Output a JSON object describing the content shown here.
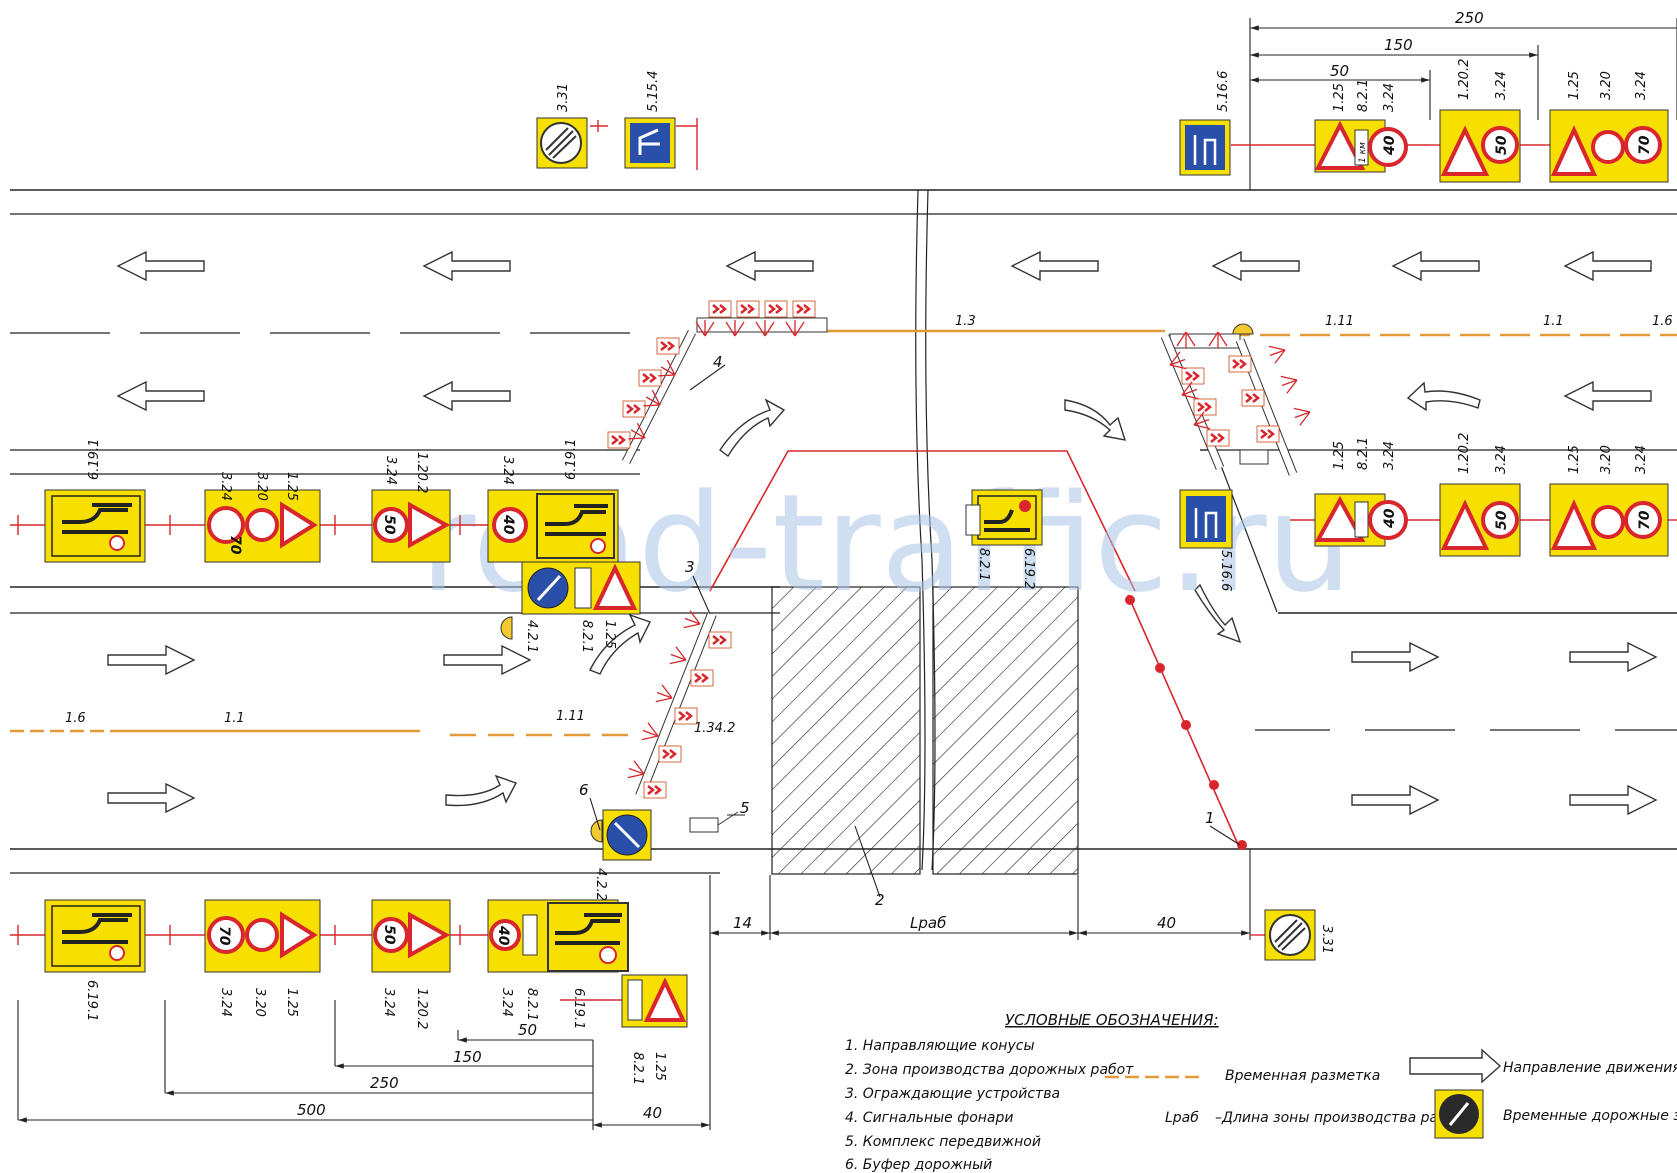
{
  "watermark": "road-traffic.ru",
  "dimensions": {
    "top": [
      "250",
      "150",
      "50"
    ],
    "bottom": [
      "50",
      "150",
      "250",
      "500",
      "40"
    ],
    "mid": [
      "14",
      "Lраб",
      "40"
    ]
  },
  "markings": {
    "top_13": "1.3",
    "top_111": "1.11",
    "top_11": "1.1",
    "top_16": "1.6",
    "left_16": "1.6",
    "left_11": "1.1",
    "left_111": "1.11",
    "taper_1342": "1.34.2"
  },
  "callouts": [
    "1",
    "2",
    "3",
    "4",
    "5",
    "6"
  ],
  "sign_codes": {
    "s331_top": "3.31",
    "s5154": "5.15.4",
    "s5166_top": "5.16.6",
    "s125": "1.25",
    "s821": "8.2.1",
    "s324": "3.24",
    "s1202": "1.20.2",
    "s320": "3.20",
    "s6191": "6.19.1",
    "s6192": "6.19.2",
    "s421": "4.2.1",
    "s422": "4.2.2",
    "s5166_mid": "5.16.6",
    "s331_bottom": "3.31"
  },
  "sign_texts": {
    "km": "1 км",
    "speed70": "70",
    "speed50": "50",
    "speed40": "40"
  },
  "legend": {
    "title": "УСЛОВНЫЕ ОБОЗНАЧЕНИЯ:",
    "items": [
      "1.  Направляющие конусы",
      "2.  Зона производства дорожных работ",
      "3.  Ограждающие устройства",
      "4.  Сигнальные фонари",
      "5.  Комплекс передвижной",
      "6.  Буфер дорожный"
    ],
    "temp_marking": "Временная разметка",
    "lrab_symbol": "Lраб",
    "lrab_text": "–Длина зоны производства работ",
    "direction": "Направление движения",
    "temp_signs": "Временные дорожные знаки"
  },
  "colors": {
    "sign_yellow": "#f7e000",
    "sign_red": "#e3161e",
    "sign_blue": "#2a4fa8",
    "temp_marking": "#e49a3a",
    "barrier_red": "#d8262c"
  }
}
